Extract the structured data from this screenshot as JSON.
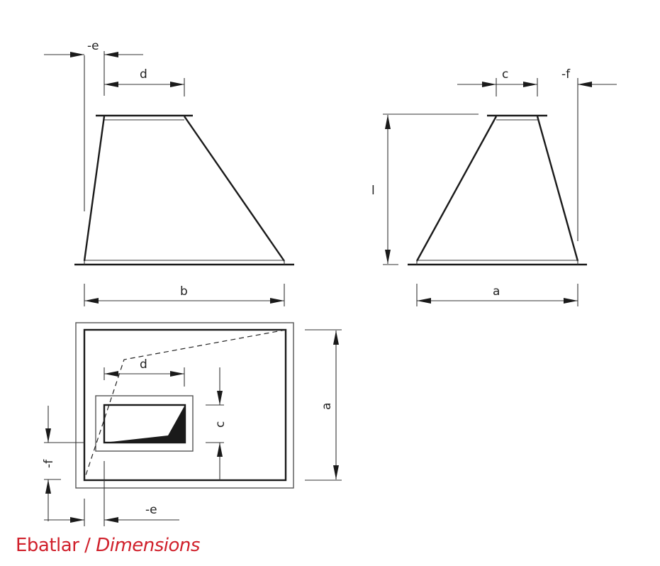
{
  "title": {
    "tr": "Ebatlar",
    "separator": "/",
    "en": "Dimensions",
    "color": "#d0202b"
  },
  "labels": {
    "a": "a",
    "b": "b",
    "c": "c",
    "d": "d",
    "e": "-e",
    "f": "-f",
    "l": "l"
  }
}
